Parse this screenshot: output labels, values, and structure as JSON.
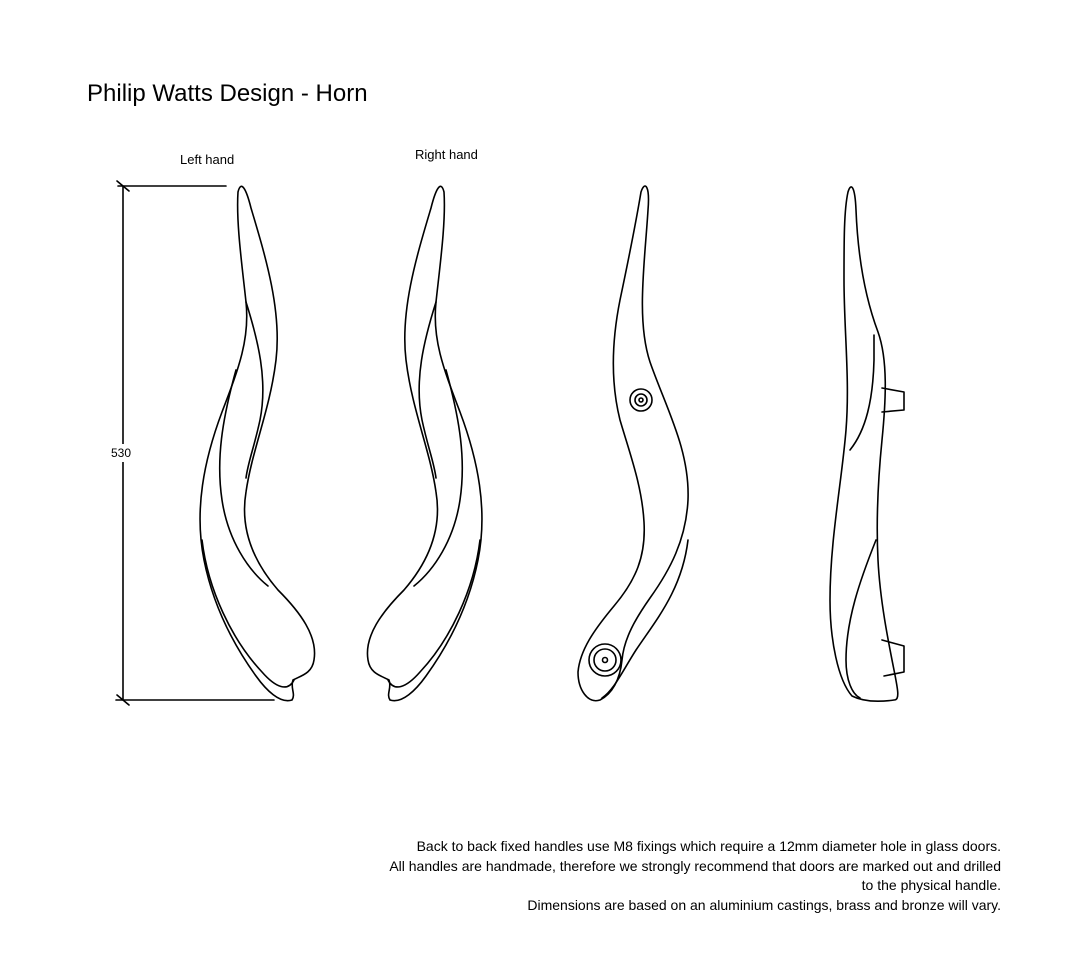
{
  "title": "Philip Watts Design - Horn",
  "views": {
    "left_hand_label": "Left hand",
    "right_hand_label": "Right hand"
  },
  "dimension": {
    "height_label": "530"
  },
  "notes": [
    "Back to back fixed handles use M8 fixings which require a 12mm diameter hole in glass doors.",
    "All handles are handmade, therefore we strongly recommend that doors are marked out and drilled",
    "to the physical handle.",
    "Dimensions are based on an aluminium castings, brass and bronze will vary."
  ],
  "colors": {
    "line": "#000000",
    "background": "#ffffff"
  }
}
